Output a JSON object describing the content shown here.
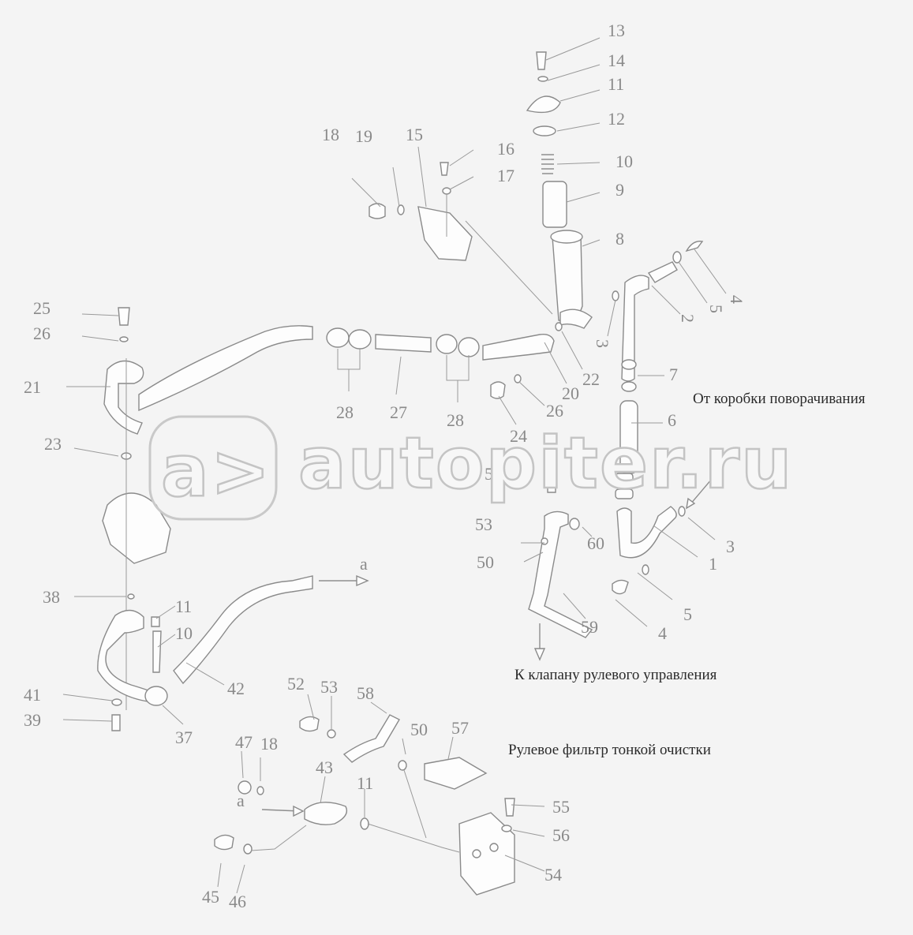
{
  "captions": {
    "from_steering_box": "От коробки поворачивания",
    "to_steering_valve": "К клапану рулевого управления",
    "fine_filter": "Рулевое фильтр тонкой очистки"
  },
  "watermark": {
    "text": "autopiter.ru",
    "logo_glyph": "a>"
  },
  "part_numbers": [
    "13",
    "14",
    "11",
    "12",
    "10",
    "9",
    "8",
    "16",
    "17",
    "18",
    "19",
    "15",
    "4",
    "5",
    "2",
    "3",
    "7",
    "6",
    "25",
    "26",
    "21",
    "23",
    "28",
    "27",
    "28",
    "20",
    "22",
    "24",
    "26",
    "51",
    "53",
    "50",
    "60",
    "59",
    "3",
    "1",
    "5",
    "4",
    "38",
    "11",
    "10",
    "42",
    "41",
    "39",
    "37",
    "а",
    "52",
    "53",
    "58",
    "50",
    "57",
    "47",
    "18",
    "43",
    "а",
    "11",
    "55",
    "56",
    "54",
    "45",
    "46"
  ],
  "colors": {
    "background": "#f4f4f4",
    "line": "#8a8a8a",
    "caption": "#2a2a2a",
    "watermark": "#c4c4c4"
  }
}
